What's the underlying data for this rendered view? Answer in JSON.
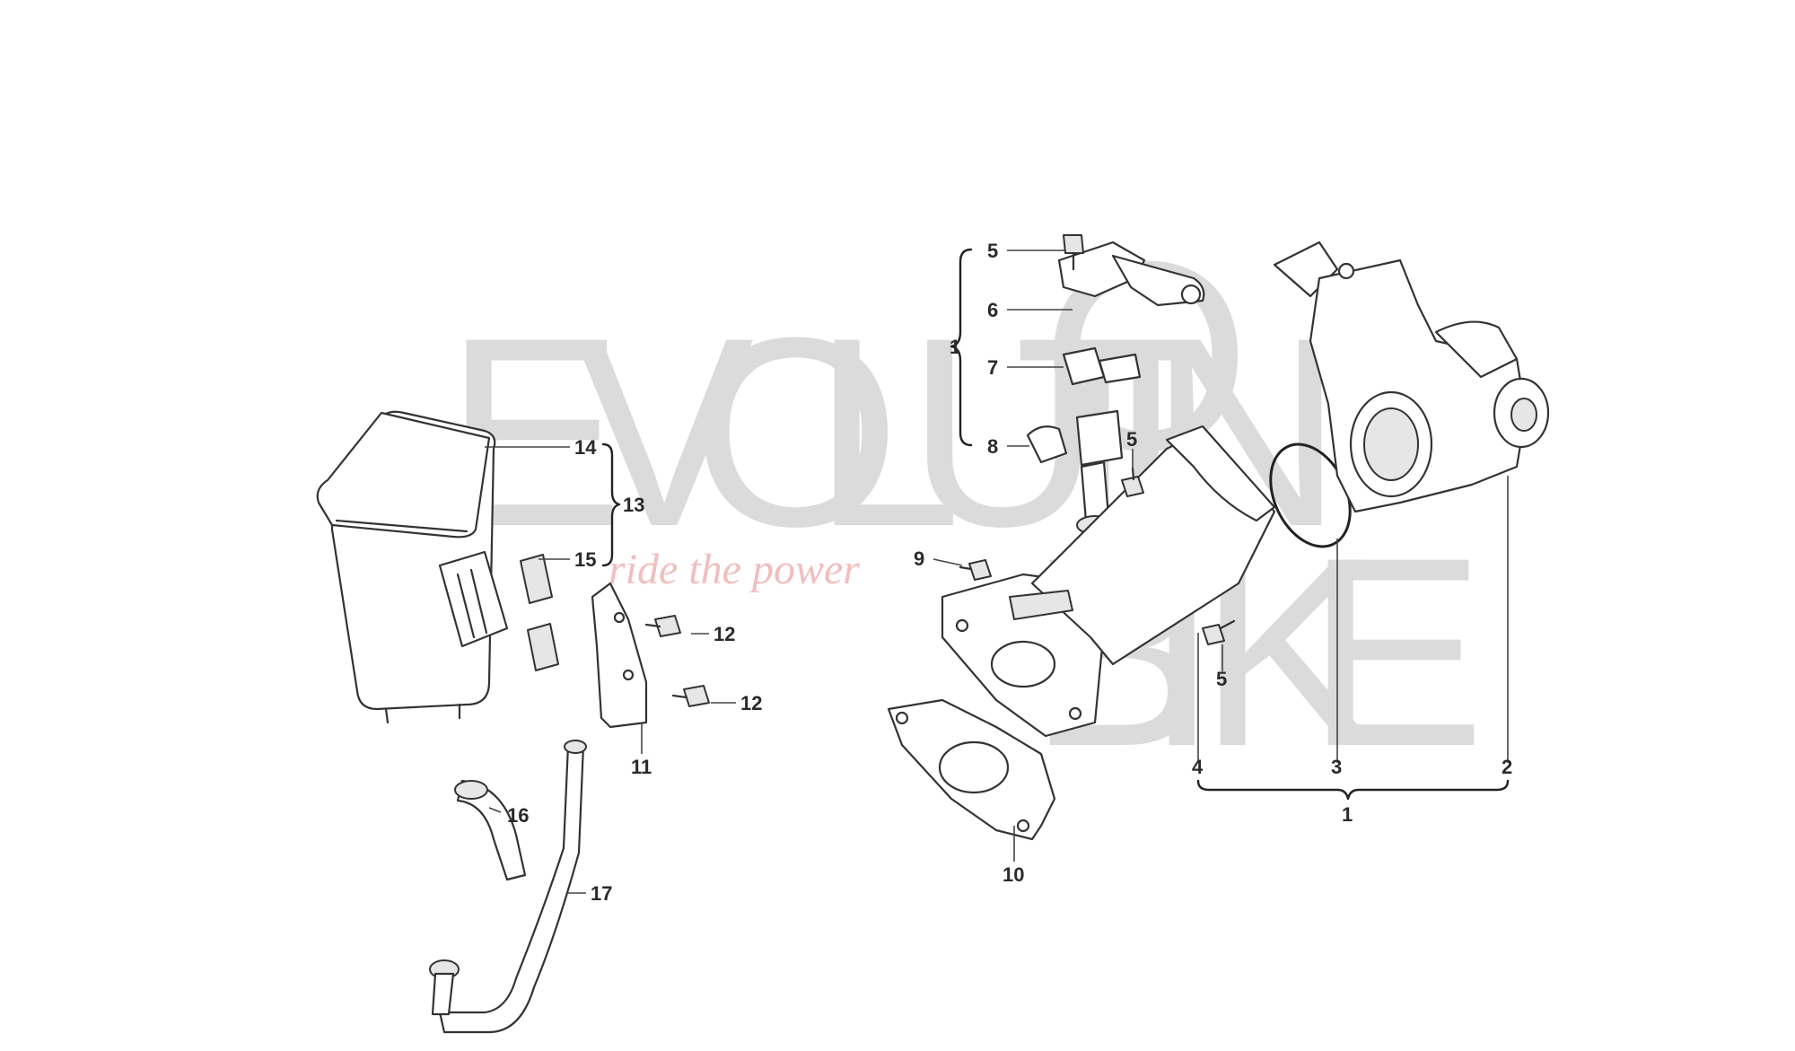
{
  "watermark": {
    "brand_parts": [
      "E",
      "V",
      "O",
      "L",
      "U",
      "T",
      "I",
      "O",
      "N",
      "B",
      "I",
      "K",
      "E"
    ],
    "tagline": "ride the power",
    "brand_color": "#d8d8d8",
    "tagline_color": "#f0b8b8"
  },
  "callouts": [
    {
      "id": "c5a",
      "text": "5"
    },
    {
      "id": "c6",
      "text": "6"
    },
    {
      "id": "c1a",
      "text": "1"
    },
    {
      "id": "c7",
      "text": "7"
    },
    {
      "id": "c8",
      "text": "8"
    },
    {
      "id": "c5b",
      "text": "5"
    },
    {
      "id": "c9",
      "text": "9"
    },
    {
      "id": "c5c",
      "text": "5"
    },
    {
      "id": "c4",
      "text": "4"
    },
    {
      "id": "c3",
      "text": "3"
    },
    {
      "id": "c2",
      "text": "2"
    },
    {
      "id": "c1b",
      "text": "1"
    },
    {
      "id": "c10",
      "text": "10"
    },
    {
      "id": "c14",
      "text": "14"
    },
    {
      "id": "c13",
      "text": "13"
    },
    {
      "id": "c15",
      "text": "15"
    },
    {
      "id": "c12a",
      "text": "12"
    },
    {
      "id": "c12b",
      "text": "12"
    },
    {
      "id": "c11",
      "text": "11"
    },
    {
      "id": "c16",
      "text": "16"
    },
    {
      "id": "c17",
      "text": "17"
    }
  ]
}
